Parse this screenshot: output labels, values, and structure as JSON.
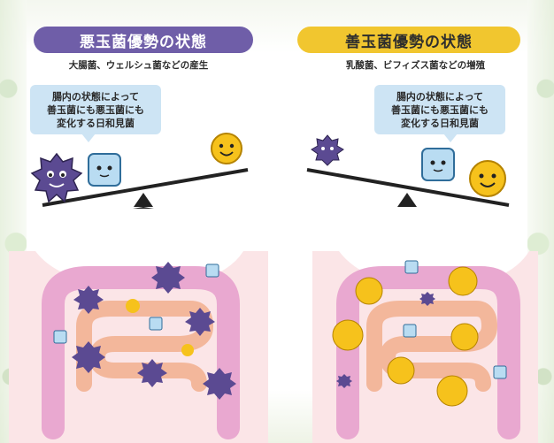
{
  "panels": {
    "bad": {
      "title": "悪玉菌優勢の状態",
      "subtitle": "大腸菌、ウェルシュ菌などの産生",
      "callout_lines": [
        "腸内の状態によって",
        "善玉菌にも悪玉菌にも",
        "変化する日和見菌"
      ],
      "accent_color": "#6f5ea8"
    },
    "good": {
      "title": "善玉菌優勢の状態",
      "subtitle": "乳酸菌、ビフィズス菌などの増殖",
      "callout_lines": [
        "腸内の状態によって",
        "善玉菌にも悪玉菌にも",
        "変化する日和見菌"
      ],
      "accent_color": "#f1c62f"
    }
  },
  "icons": {
    "bad_bacteria": "purple-spiky-germ-icon",
    "good_bacteria": "yellow-smiley-germ-icon",
    "neutral_bacteria": "blue-square-germ-icon"
  }
}
